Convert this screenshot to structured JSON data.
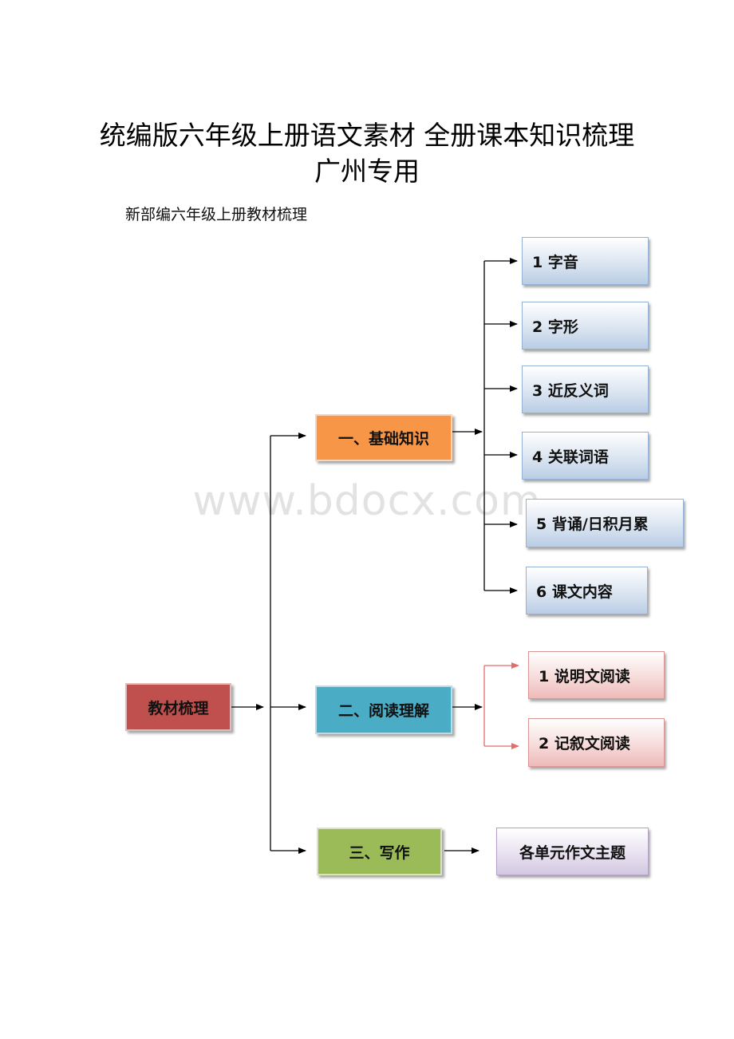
{
  "title": {
    "line1": "统编版六年级上册语文素材 全册课本知识梳理",
    "line2": "广州专用"
  },
  "subtitle": "新部编六年级上册教材梳理",
  "watermark": "www.bdocx.com",
  "diagram": {
    "root": "教材梳理",
    "categories": {
      "basic": "一、基础知识",
      "reading": "二、阅读理解",
      "writing": "三、写作"
    },
    "basic_items": [
      "1 字音",
      "2 字形",
      "3 近反义词",
      "4 关联词语",
      "5 背诵/日积月累",
      "6 课文内容"
    ],
    "reading_items": [
      "1 说明文阅读",
      "2 记叙文阅读"
    ],
    "writing_items": [
      "各单元作文主题"
    ]
  },
  "colors": {
    "root": "#c0504d",
    "basic": "#f79646",
    "reading": "#4bacc6",
    "writing": "#9bbb59",
    "leaf_blue": "#dbe5f1",
    "leaf_red": "#f6dcdb",
    "leaf_purple": "#e8e1f0",
    "connector_reading": "#e46c6a"
  }
}
